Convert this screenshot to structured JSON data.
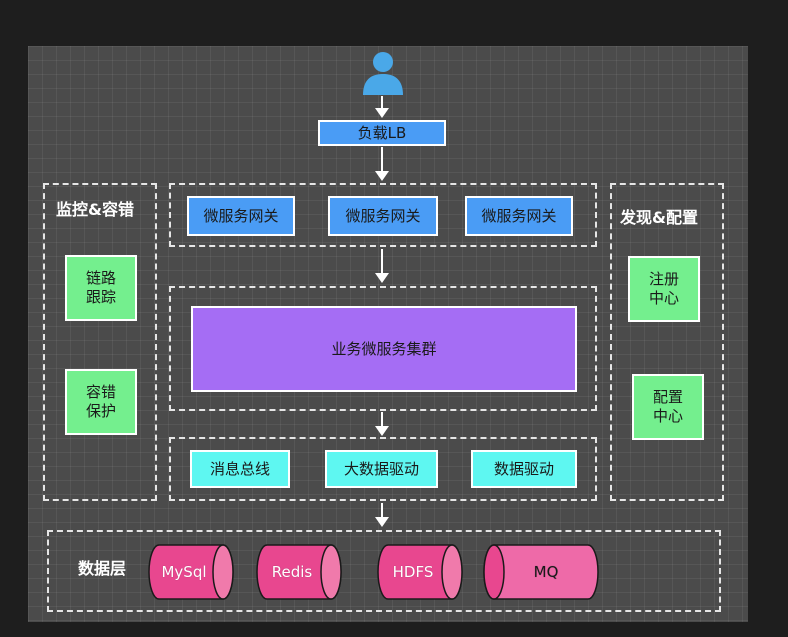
{
  "top": {
    "user_icon": "user-icon",
    "lb_label": "负载LB"
  },
  "left_panel": {
    "title": "监控&容错",
    "items": [
      "链路\n跟踪",
      "容错\n保护"
    ]
  },
  "right_panel": {
    "title": "发现&配置",
    "items": [
      "注册\n中心",
      "配置\n中心"
    ]
  },
  "gateways": [
    "微服务网关",
    "微服务网关",
    "微服务网关"
  ],
  "cluster_label": "业务微服务集群",
  "drivers": [
    "消息总线",
    "大数据驱动",
    "数据驱动"
  ],
  "data_layer": {
    "title": "数据层",
    "stores": [
      "MySql",
      "Redis",
      "HDFS",
      "MQ"
    ]
  },
  "colors": {
    "lb": "#4a9cf5",
    "gateway": "#4a9cf5",
    "side_box": "#74ef8e",
    "cluster": "#a56df4",
    "driver": "#5ef7f1",
    "db": "#e8478f",
    "user_icon": "#4aa8e8"
  }
}
